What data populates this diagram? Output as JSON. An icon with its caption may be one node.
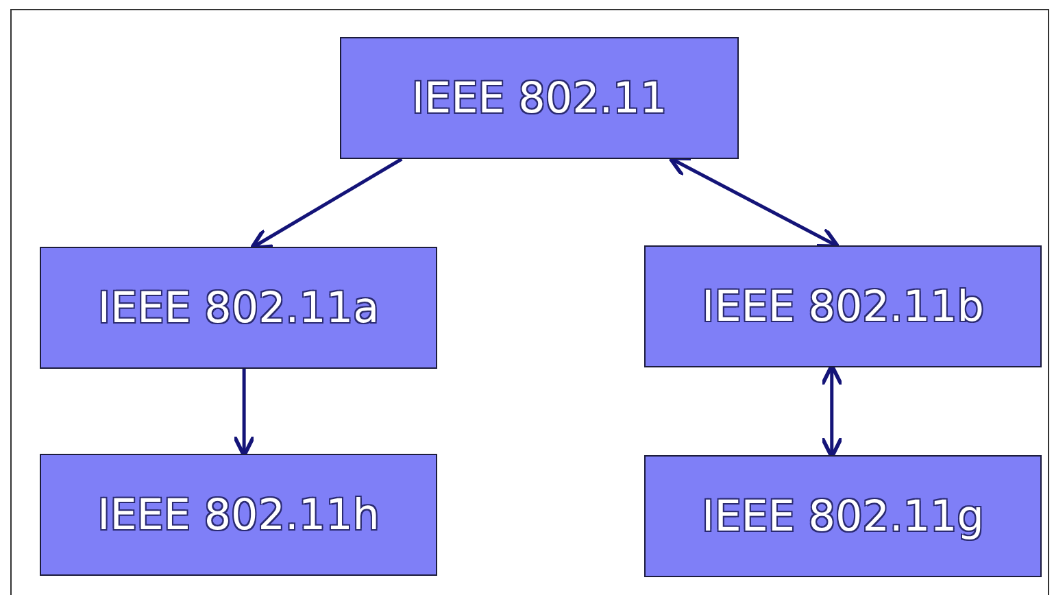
{
  "diagram": {
    "nodes": [
      {
        "text": [
          "IEEE 802.11"
        ]
      },
      {
        "text": [
          "IEEE 802.11a"
        ]
      },
      {
        "text": [
          "IEEE 802.11b"
        ]
      },
      {
        "text": [
          "IEEE 802.11h"
        ]
      },
      {
        "text": [
          "IEEE 802.11g"
        ]
      }
    ],
    "edges": [
      {
        "from": 0,
        "to": 1,
        "arrow": "to"
      },
      {
        "from": 0,
        "to": 2,
        "arrow": "both"
      },
      {
        "from": 1,
        "to": 3,
        "arrow": "to"
      },
      {
        "from": 2,
        "to": 4,
        "arrow": "both"
      }
    ]
  }
}
